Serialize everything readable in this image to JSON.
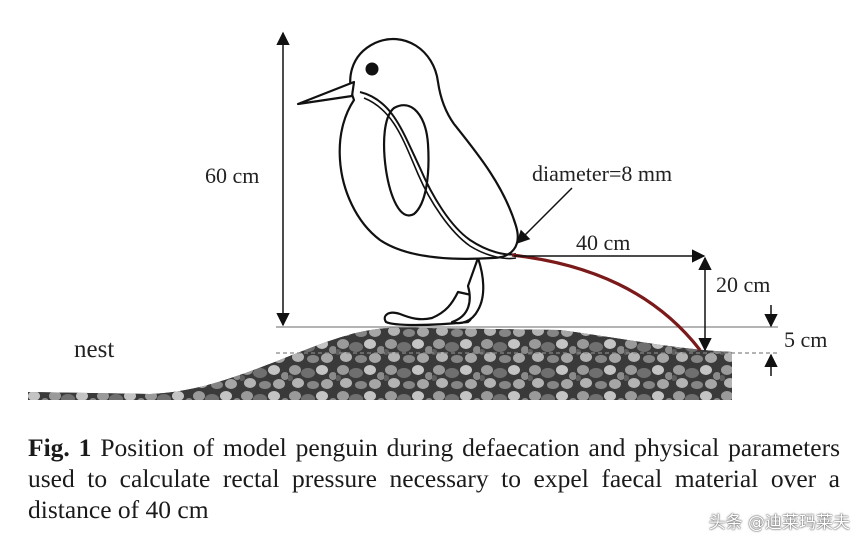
{
  "diagram": {
    "labels": {
      "height": "60 cm",
      "diameter": "diameter=8 mm",
      "distance": "40 cm",
      "drop": "20 cm",
      "offset": "5 cm",
      "nest": "nest"
    }
  },
  "caption": {
    "label": "Fig. 1",
    "text": "Position of model penguin during defaecation and physical parameters used to calculate rectal pressure necessary to expel faecal material over a distance of 40 cm"
  },
  "watermark": "头条 @迪莱玛莱夫"
}
